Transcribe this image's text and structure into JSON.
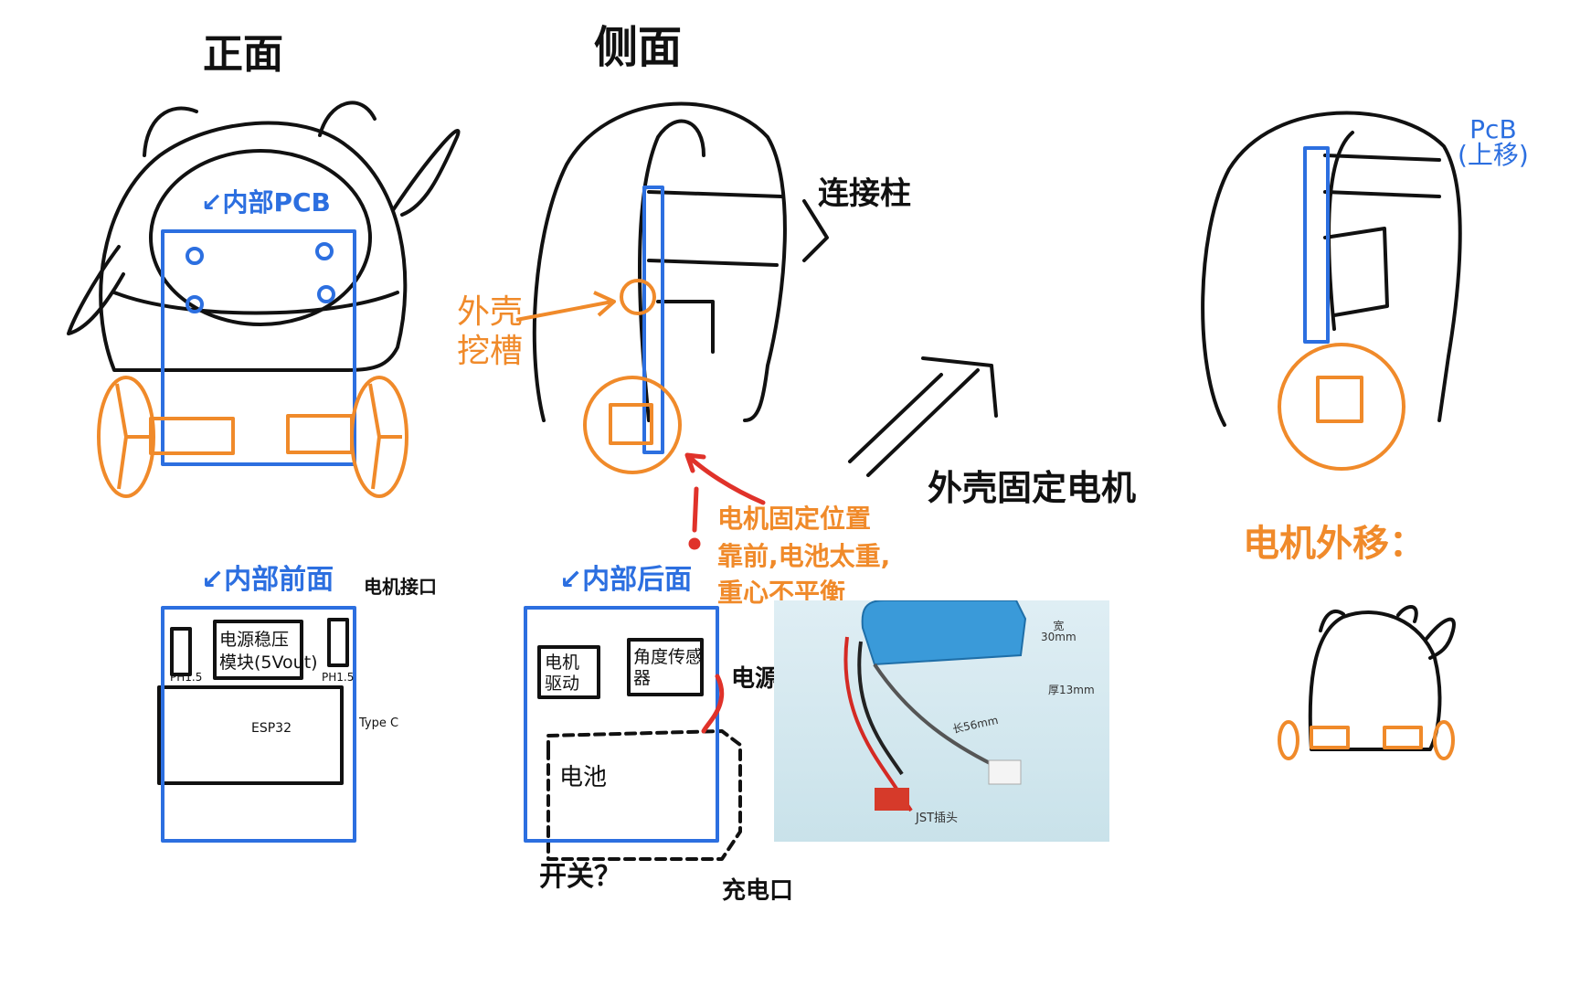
{
  "views": {
    "front_title": "正面",
    "side_title": "侧面",
    "pcb_moved": "PcB\n(上移)",
    "motor_out": "电机外移："
  },
  "labels": {
    "inner_pcb": "↙内部PCB",
    "connect_post": "连接柱",
    "shell_slot": "外壳\n挖槽",
    "shell_fix_motor": "外壳固定电机",
    "motor_fix_note": "电机固定位置\n靠前,电池太重,\n重心不平衡",
    "inner_front": "↙内部前面",
    "motor_port": "电机接口",
    "power_module": "电源稳压\n模块(5Vout)",
    "ph_left": "PH1.5",
    "ph_right": "PH1.5",
    "esp32": "ESP32",
    "typec": "Type C",
    "inner_back": "↙内部后面",
    "motor_driver": "电机\n驱动",
    "angle_sensor": "角度传感\n器",
    "power_port": "电源口",
    "battery": "电池",
    "switch": "开关？",
    "charge_port": "充电口"
  },
  "photo": {
    "width": "宽\n30mm",
    "thickness": "厚13mm",
    "length": "长56mm",
    "jst": "JST插头"
  },
  "colors": {
    "ink": "#111111",
    "blue": "#2c6fe0",
    "orange": "#f08a2a",
    "battery_blue": "#3a9ad9",
    "red": "#e0322a"
  }
}
